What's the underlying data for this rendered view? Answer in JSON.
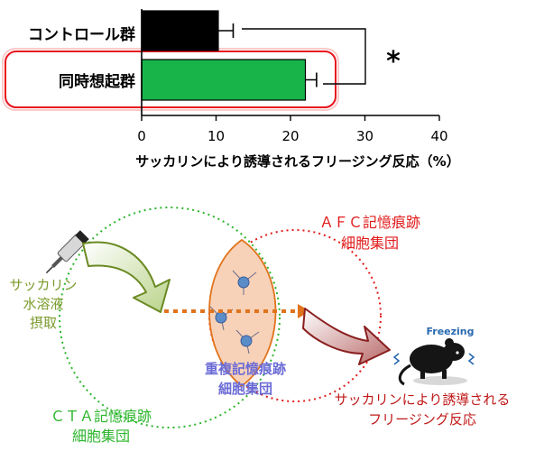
{
  "chart_data": {
    "type": "bar",
    "orientation": "horizontal",
    "categories": [
      "コントロール群",
      "同時想起群"
    ],
    "values": [
      10.3,
      22.0
    ],
    "errors": [
      2.0,
      1.5
    ],
    "bar_colors": [
      "#000000",
      "#18b44a"
    ],
    "highlight_category": "同時想起群",
    "highlight_color": "#e8141c",
    "xlabel": "サッカリンにより誘導されるフリージング反応（%）",
    "xlim": [
      0,
      40
    ],
    "xticks": [
      0,
      10,
      20,
      30,
      40
    ],
    "significance": "*"
  },
  "diagram": {
    "bottle_label": [
      "サッカリン",
      "水溶液",
      "摂取"
    ],
    "cta_label": [
      "ＣＴＡ記憶痕跡",
      "細胞集団"
    ],
    "afc_label": [
      "ＡＦＣ記憶痕跡",
      "細胞集団"
    ],
    "overlap_label": [
      "重複記憶痕跡",
      "細胞集団"
    ],
    "response_label": [
      "サッカリンにより誘導される",
      "フリージング反応"
    ],
    "freezing_label": "Freezing",
    "colors": {
      "cta": "#2bb52b",
      "afc": "#e11b1b",
      "overlap_text": "#6b6bd6",
      "overlap_fill": "#f8d2b8",
      "overlap_stroke": "#e0731c",
      "dotted_arrow": "#e0731c",
      "bottle_text": "#7a9a2a",
      "green_arrow": "#c9dca0",
      "green_arrow_stroke": "#6a8a22",
      "red_arrow": "#c88080",
      "red_arrow_stroke": "#8a1f1f",
      "neuron": "#5a8cc8",
      "freezing_text": "#2a6ab0"
    }
  }
}
